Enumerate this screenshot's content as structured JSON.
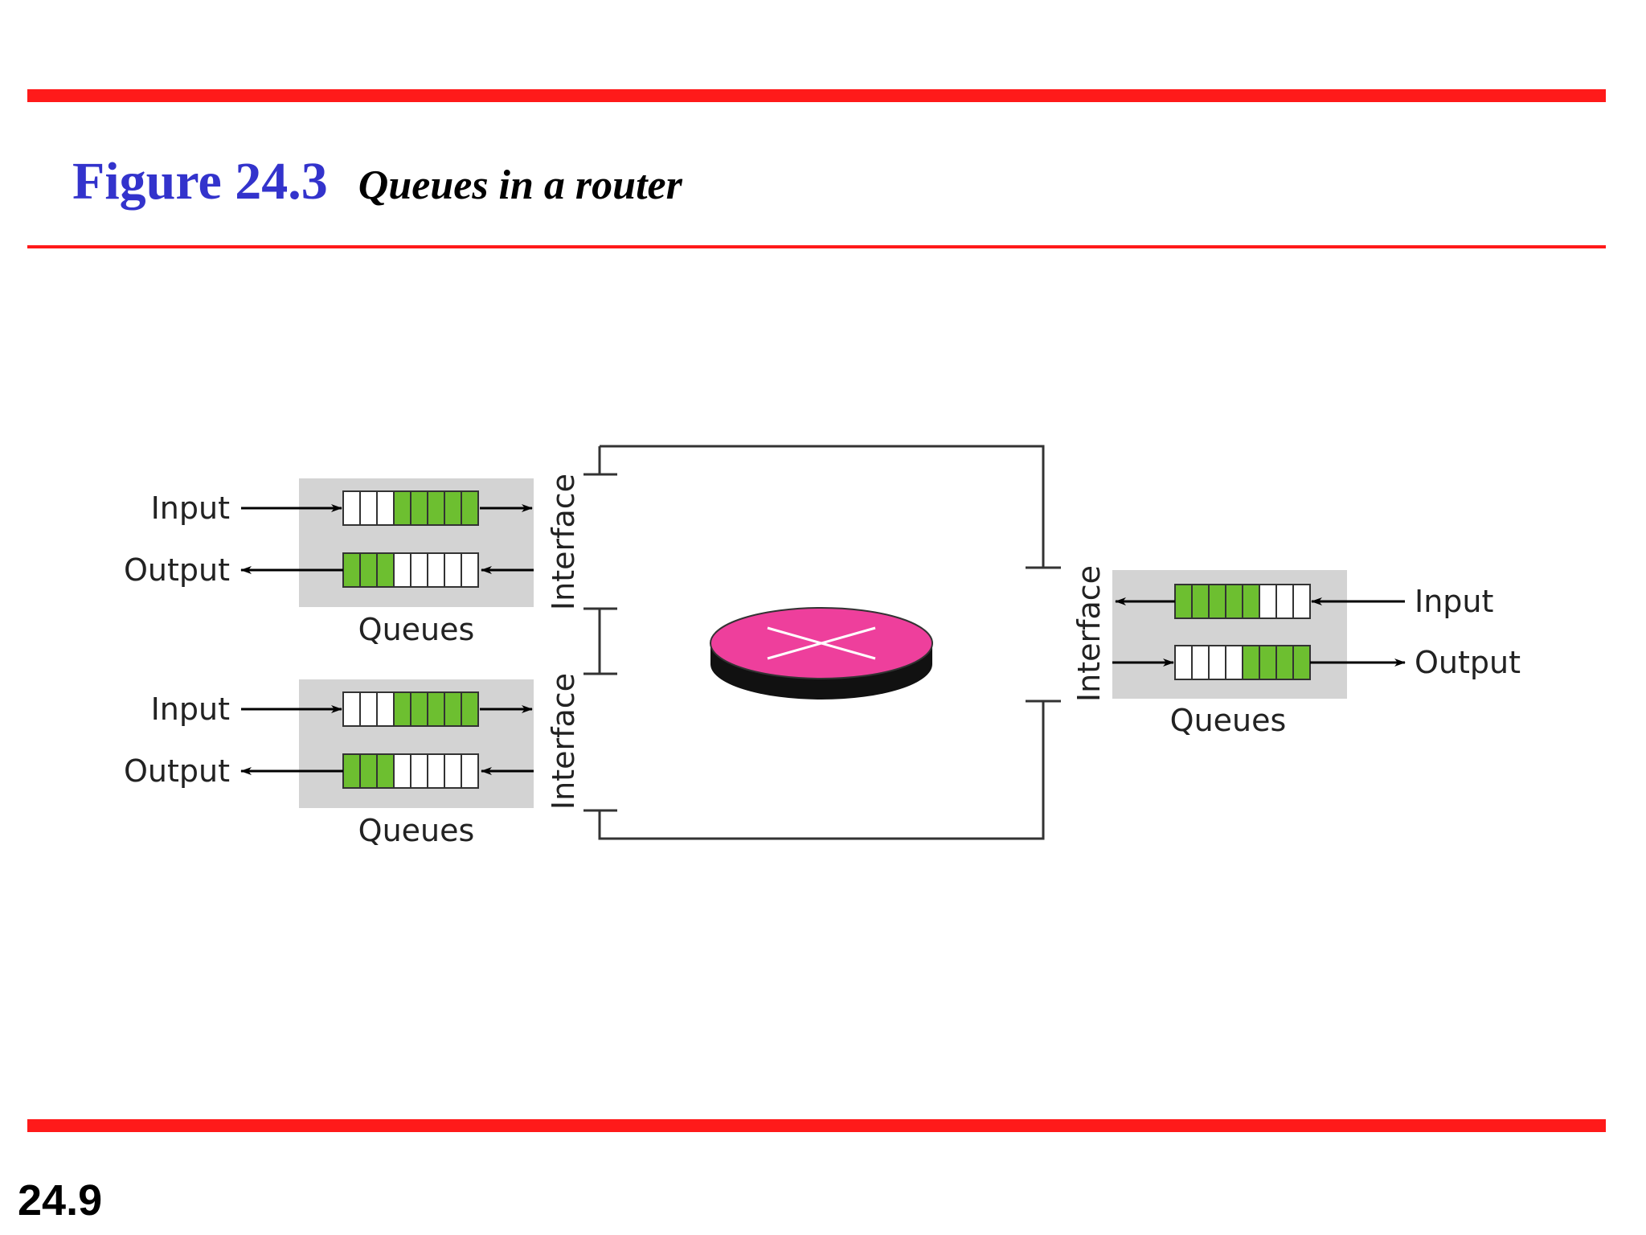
{
  "header": {
    "figure_number": "Figure 24.3",
    "figure_caption": "Queues in a router"
  },
  "footer": {
    "slide_number": "24.9"
  },
  "colors": {
    "rule": "#ff1a1a",
    "title": "#3333cc",
    "queue_panel": "#d3d3d3",
    "filled_slot": "#6dbf30",
    "switch_top": "#ee3f9c"
  },
  "diagram": {
    "interface_label": "Interface",
    "ports": [
      {
        "input_label": "Input",
        "output_label": "Output",
        "queues_label": "Queues"
      },
      {
        "input_label": "Input",
        "output_label": "Output",
        "queues_label": "Queues"
      },
      {
        "input_label": "Input",
        "output_label": "Output",
        "queues_label": "Queues"
      }
    ]
  }
}
